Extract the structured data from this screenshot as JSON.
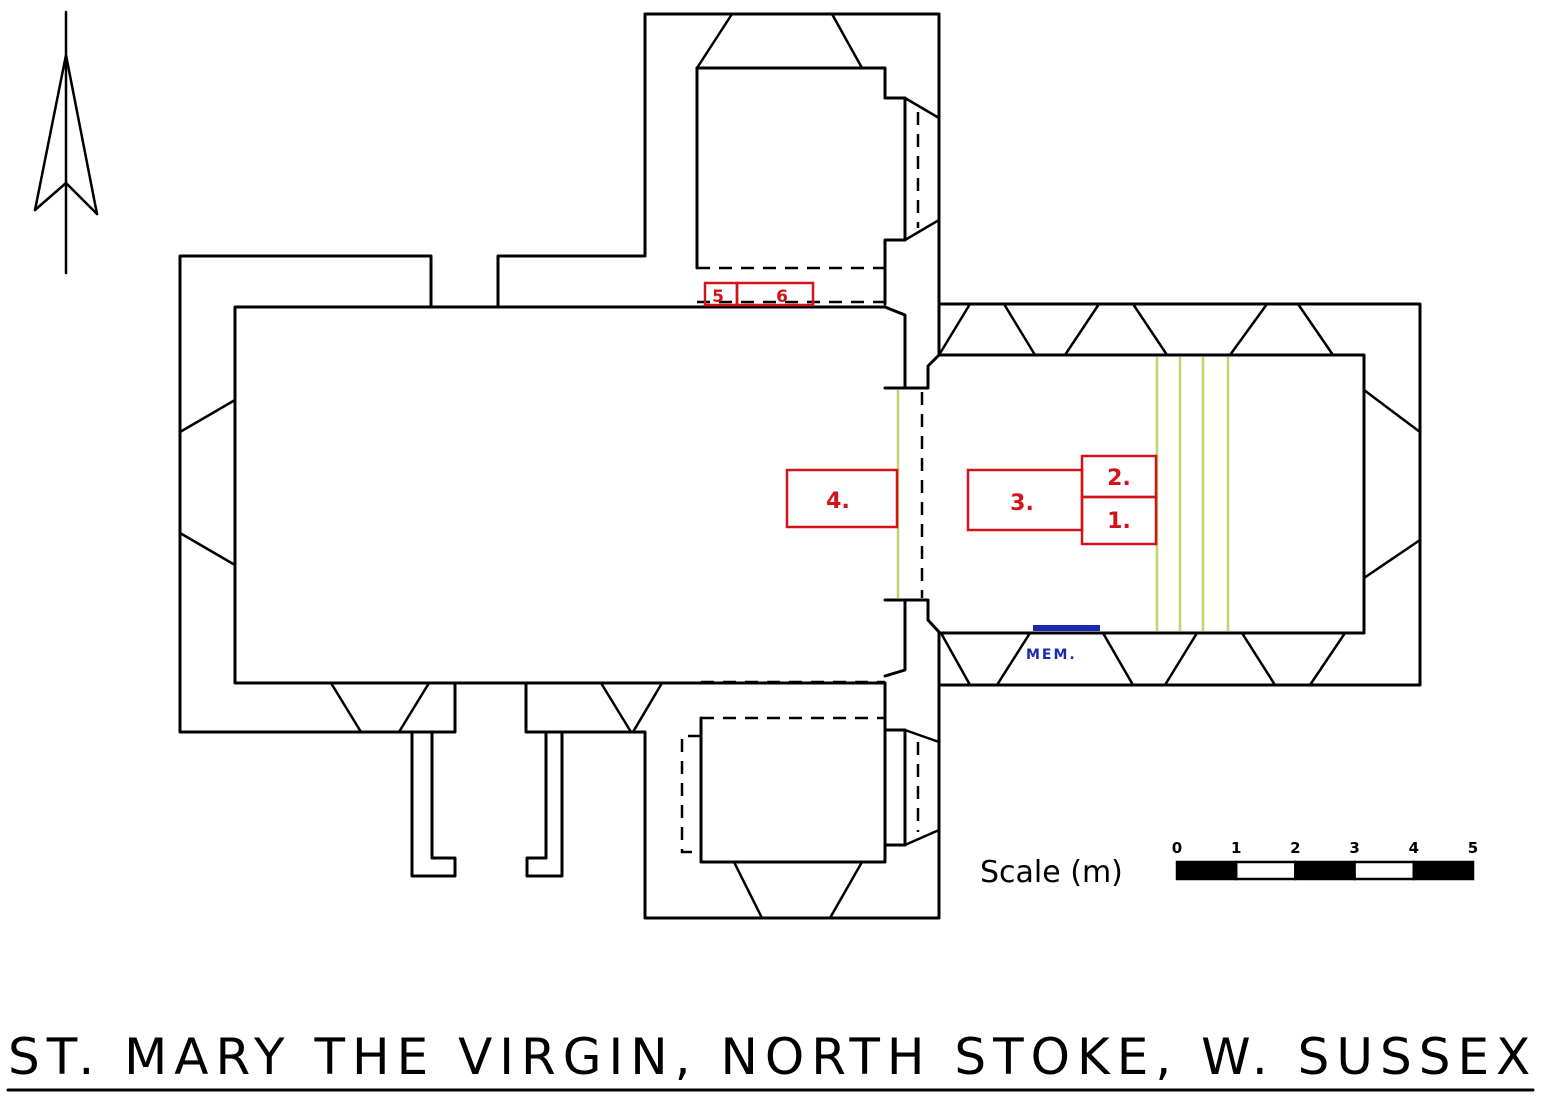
{
  "title": "ST. MARY THE VIRGIN, NORTH STOKE, W. SUSSEX",
  "scale": {
    "label": "Scale (m)",
    "ticks": [
      "0",
      "1",
      "2",
      "3",
      "4",
      "5"
    ],
    "segments": [
      "black",
      "white",
      "black",
      "white",
      "black"
    ]
  },
  "labels": {
    "item_1": "1.",
    "item_2": "2.",
    "item_3": "3.",
    "item_4": "4.",
    "item_5": "5",
    "item_6": "6",
    "memorial": "MEM."
  },
  "colors": {
    "walls": "#000000",
    "numbered_items": "#d2141a",
    "memorial": "#1a2ab0",
    "steps": "#c5cf6e"
  },
  "icons": {
    "north_arrow": "north-arrow-icon"
  }
}
